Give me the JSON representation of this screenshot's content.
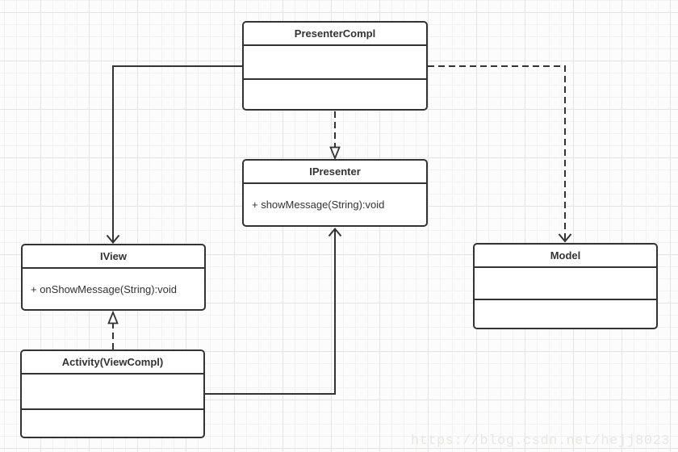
{
  "diagram": {
    "type": "uml-class-diagram",
    "watermark": "https://blog.csdn.net/hejj8023",
    "colors": {
      "stroke": "#333333",
      "box_fill": "#ffffff",
      "grid_minor": "#f2f2f2",
      "grid_major": "#e4e4e4",
      "watermark_text": "#e8e7e1"
    },
    "classes": [
      {
        "name": "PresenterCompl",
        "members": []
      },
      {
        "name": "IPresenter",
        "members": [
          "+ showMessage(String):void"
        ]
      },
      {
        "name": "IView",
        "members": [
          "+ onShowMessage(String):void"
        ]
      },
      {
        "name": "Activity(ViewCompl)",
        "members": []
      },
      {
        "name": "Model",
        "members": []
      }
    ],
    "relations": [
      {
        "from": "PresenterCompl",
        "to": "IView",
        "line": "solid",
        "arrowhead": "open"
      },
      {
        "from": "PresenterCompl",
        "to": "IPresenter",
        "line": "dashed",
        "arrowhead": "hollow-triangle"
      },
      {
        "from": "PresenterCompl",
        "to": "Model",
        "line": "dashed",
        "arrowhead": "open"
      },
      {
        "from": "Activity(ViewCompl)",
        "to": "IPresenter",
        "line": "solid",
        "arrowhead": "open"
      },
      {
        "from": "Activity(ViewCompl)",
        "to": "IView",
        "line": "dashed",
        "arrowhead": "hollow-triangle"
      }
    ]
  }
}
